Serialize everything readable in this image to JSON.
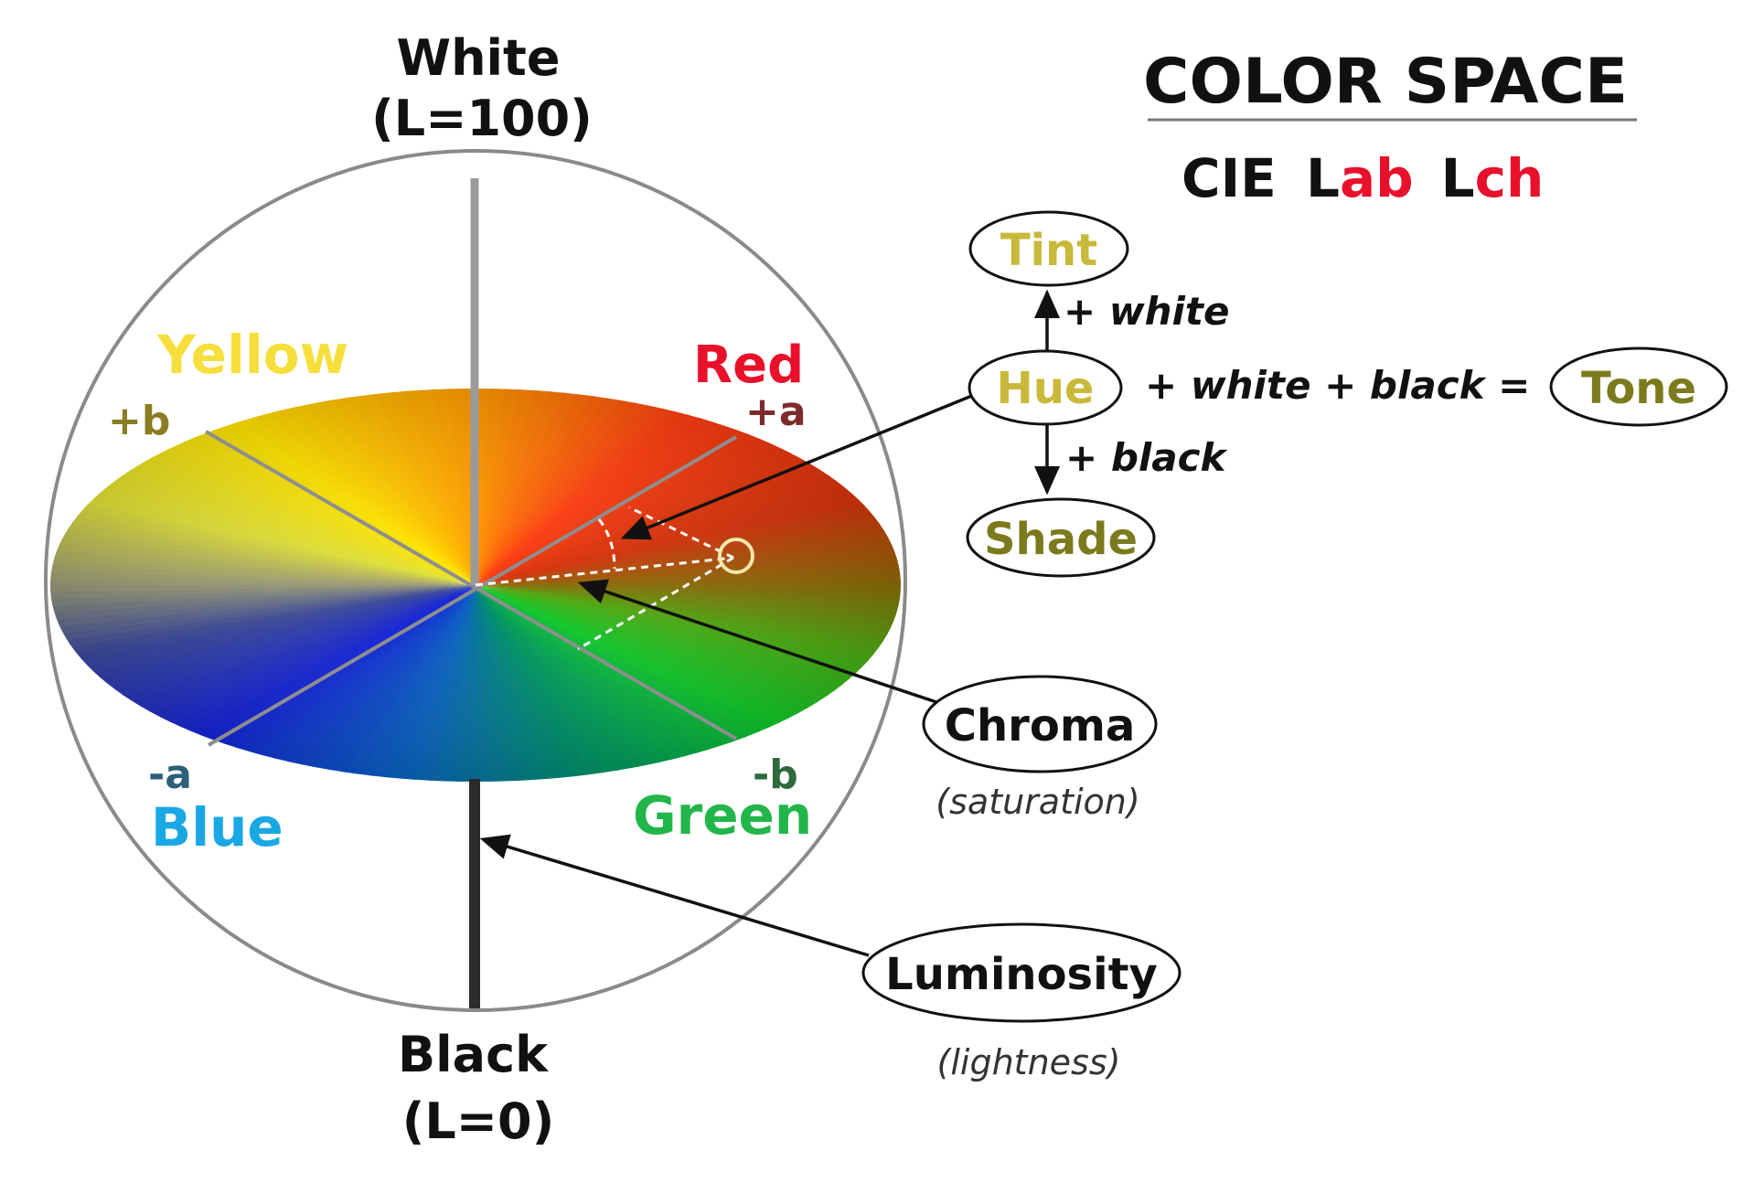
{
  "colors": {
    "yellow": "#f5dd3a",
    "red": "#e8102a",
    "blue": "#1aa8e4",
    "green": "#22b64a",
    "olive": "#7d7a1e",
    "tan": "#c9b93a",
    "title_red": "#e8102a",
    "black": "#111111"
  },
  "title": {
    "line1": "COLOR SPACE",
    "line2_prefix": "CIE ",
    "lab_L": "L",
    "lab_ab": "ab",
    "lch_L": "L",
    "lch_ch": "ch"
  },
  "sphere": {
    "top_name": "White",
    "top_value": "(L=100)",
    "bottom_name": "Black",
    "bottom_value": "(L=0)",
    "yellow_label": "Yellow",
    "yellow_axis": "+b",
    "red_label": "Red",
    "red_axis": "+a",
    "blue_label": "Blue",
    "blue_axis": "-a",
    "green_label": "Green",
    "green_axis": "-b"
  },
  "concepts": {
    "tint": "Tint",
    "hue": "Hue",
    "shade": "Shade",
    "tone": "Tone",
    "plus_white": "+ white",
    "plus_black": "+ black",
    "plus_white_black": "+ white + black =",
    "chroma": "Chroma",
    "chroma_note": "(saturation)",
    "luminosity": "Luminosity",
    "luminosity_note": "(lightness)"
  }
}
